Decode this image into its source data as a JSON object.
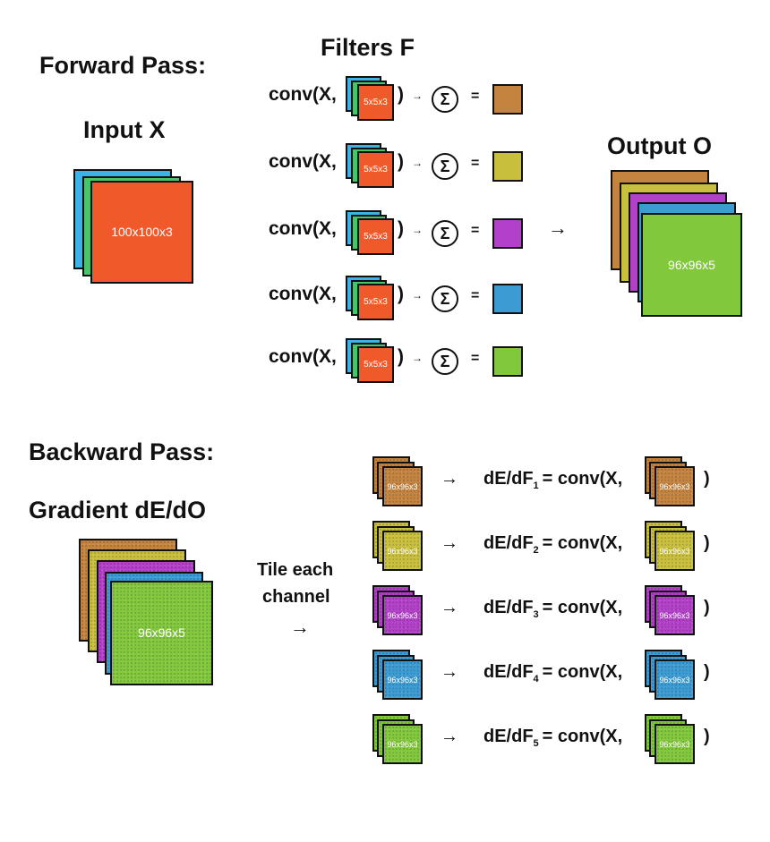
{
  "forward": {
    "heading": "Forward Pass:",
    "input_heading": "Input X",
    "input_label": "100x100x3",
    "filters_heading": "Filters F",
    "conv_prefix": "conv(X,",
    "filter_label": "5x5x3",
    "close_paren": ")",
    "small_arrow": "→",
    "sigma": "Σ",
    "equals": "=",
    "output_arrow": "→",
    "output_heading": "Output O",
    "output_label": "96x96x5"
  },
  "backward": {
    "heading": "Backward Pass:",
    "gradient_heading": "Gradient dE/dO",
    "gradient_label": "96x96x5",
    "tile_text_line1": "Tile each",
    "tile_text_line2": "channel",
    "tile_arrow": "→",
    "row_arrow": "→",
    "grad_prefix": "dE/dF",
    "grad_middle": "= conv(X,",
    "close_paren": ")",
    "tile_label": "96x96x3",
    "indices": [
      "1",
      "2",
      "3",
      "4",
      "5"
    ]
  },
  "colors": {
    "channel_1": "#c4843f",
    "channel_2": "#c8bf3c",
    "channel_3": "#b340c8",
    "channel_4": "#3c9bd2",
    "channel_5": "#82c83c",
    "input_back": "#3db2e6",
    "input_mid": "#48c46a",
    "input_front": "#f0592a"
  }
}
